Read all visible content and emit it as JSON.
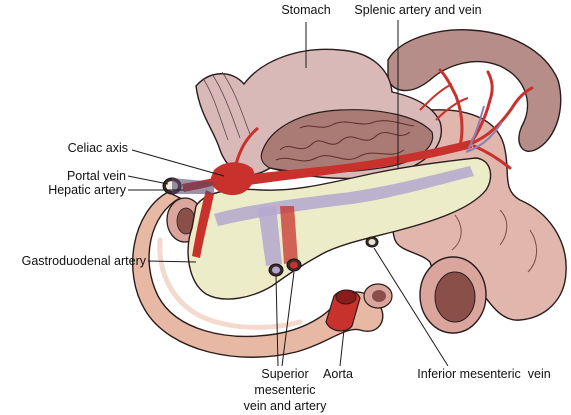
{
  "labels": {
    "stomach": "Stomach",
    "splenic": "Splenic artery and vein",
    "celiac": "Celiac axis",
    "portal": "Portal vein",
    "hepatic": "Hepatic artery",
    "gastroduodenal": "Gastroduodenal artery",
    "superior_mesenteric_line1": "Superior",
    "superior_mesenteric_line2": "mesenteric",
    "superior_mesenteric_line3": "vein and artery",
    "aorta": "Aorta",
    "inferior_mesenteric": "Inferior mesenteric  vein"
  },
  "colors": {
    "stomach": "#d9b8b8",
    "stomach_inner": "#c49595",
    "pancreas": "#ecedc8",
    "duodenum": "#e7b9a4",
    "spleen": "#b68d88",
    "colon": "#e1b6ad",
    "artery": "#c8312c",
    "vein": "#b4a7cf",
    "outline": "#2a1c1c"
  }
}
